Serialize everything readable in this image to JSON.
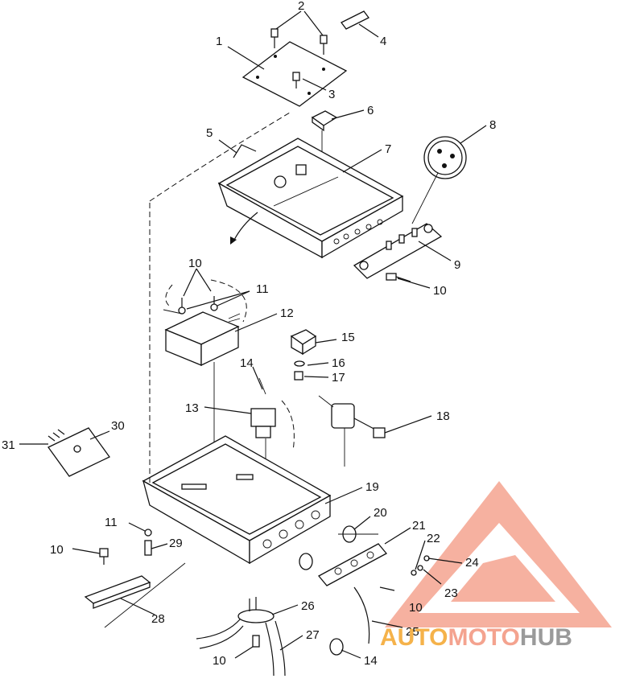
{
  "callouts": [
    "1",
    "2",
    "3",
    "4",
    "5",
    "6",
    "7",
    "8",
    "9",
    "10",
    "10",
    "11",
    "12",
    "13",
    "14",
    "15",
    "16",
    "17",
    "18",
    "19",
    "20",
    "21",
    "22",
    "23",
    "24",
    "25",
    "26",
    "27",
    "28",
    "29",
    "30",
    "31",
    "10",
    "11",
    "10",
    "14",
    "10",
    "10"
  ],
  "watermark": {
    "part1": "AUTO",
    "part2": "MOTO",
    "part3": "HUB",
    "logo_color": "#f4a38f",
    "text_grey": "#9a9a9a",
    "text_orange": "#f5b24a"
  }
}
